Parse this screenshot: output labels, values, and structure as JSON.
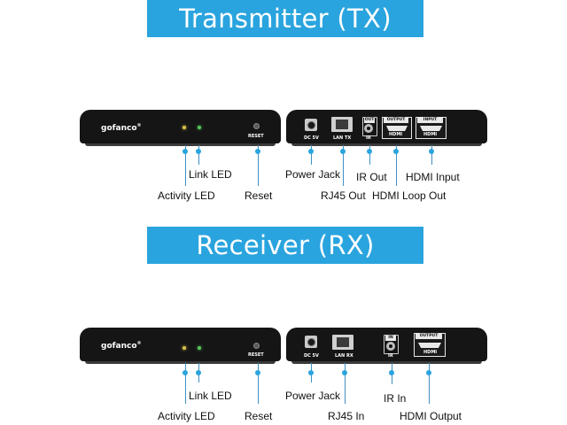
{
  "tx": {
    "title": "Transmitter (TX)",
    "brand": "gofanco",
    "brand_mark": "®",
    "panel": {
      "reset": "RESET",
      "dc": "DC 5V",
      "lan": "LAN TX",
      "ir_tag": "OUT",
      "ir": "IR",
      "loop_tag": "OUTPUT",
      "loop": "HDMI",
      "in_tag": "INPUT",
      "in": "HDMI"
    },
    "callouts": {
      "link_led": "Link LED",
      "activity_led": "Activity LED",
      "reset": "Reset",
      "power": "Power Jack",
      "rj45": "RJ45 Out",
      "ir": "IR Out",
      "hdmi_loop": "HDMI Loop Out",
      "hdmi_in": "HDMI Input"
    }
  },
  "rx": {
    "title": "Receiver (RX)",
    "brand": "gofanco",
    "brand_mark": "®",
    "panel": {
      "reset": "RESET",
      "dc": "DC 5V",
      "lan": "LAN RX",
      "ir_tag": "IN",
      "ir": "IR",
      "out_tag": "OUTPUT",
      "out": "HDMI"
    },
    "callouts": {
      "link_led": "Link LED",
      "activity_led": "Activity LED",
      "reset": "Reset",
      "power": "Power Jack",
      "rj45": "RJ45 In",
      "ir": "IR In",
      "hdmi_out": "HDMI Output"
    }
  },
  "colors": {
    "accent": "#2aa4de",
    "device": "#151515"
  }
}
